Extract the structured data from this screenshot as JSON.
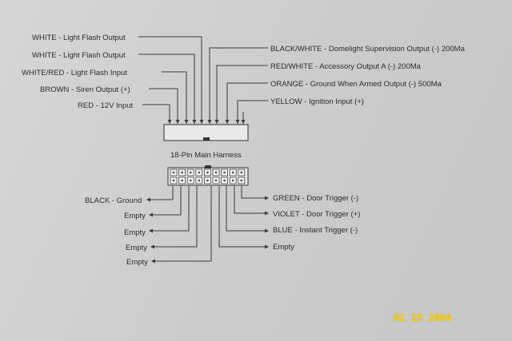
{
  "diagram": {
    "caption": "18-Pin Main Harness",
    "top_left": [
      "WHITE - Light Flash Output",
      "WHITE - Light Flash Output",
      "WHITE/RED - Light Flash Input",
      "BROWN - Siren Output (+)",
      "RED - 12V Input"
    ],
    "top_right": [
      "BLACK/WHITE - Domelight Supervision Output (-) 200Ma",
      "RED/WHITE - Accessory Output A (-) 200Ma",
      "ORANGE - Ground When Armed Output (-) 500Ma",
      "YELLOW - Ignition Input (+)"
    ],
    "bottom_left": [
      "BLACK - Ground",
      "Empty",
      "Empty",
      "Empty",
      "Empty"
    ],
    "bottom_right": [
      "GREEN - Door Trigger (-)",
      "VIOLET - Door Trigger (+)",
      "BLUE - Instant Trigger (-)",
      "Empty"
    ]
  },
  "date_stamp": "01 15 2004"
}
